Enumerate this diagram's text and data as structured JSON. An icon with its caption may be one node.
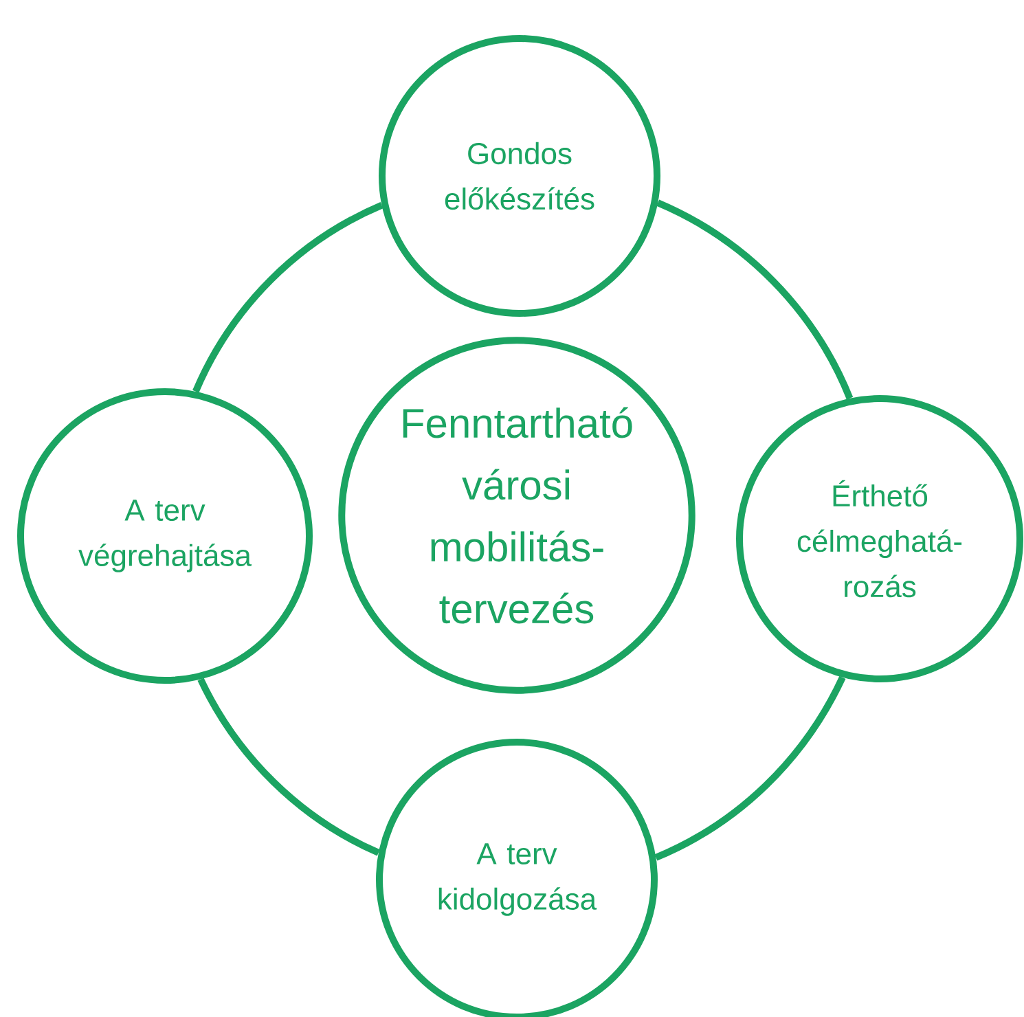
{
  "diagram": {
    "nodes": [
      {
        "text": [
          "Gondos előkészítés"
        ]
      },
      {
        "text": [
          "A terv végrehajtása"
        ]
      },
      {
        "text": [
          "Fenntartható városi mobilitás-tervezés"
        ]
      },
      {
        "text": [
          "Érthető célmeghatá-rozás"
        ]
      },
      {
        "text": [
          "A terv kidolgozása"
        ]
      }
    ],
    "edges": [
      {
        "from": 0,
        "to": 3,
        "arrow": "none"
      },
      {
        "from": 3,
        "to": 4,
        "arrow": "none"
      },
      {
        "from": 4,
        "to": 1,
        "arrow": "none"
      },
      {
        "from": 1,
        "to": 0,
        "arrow": "none"
      }
    ]
  }
}
